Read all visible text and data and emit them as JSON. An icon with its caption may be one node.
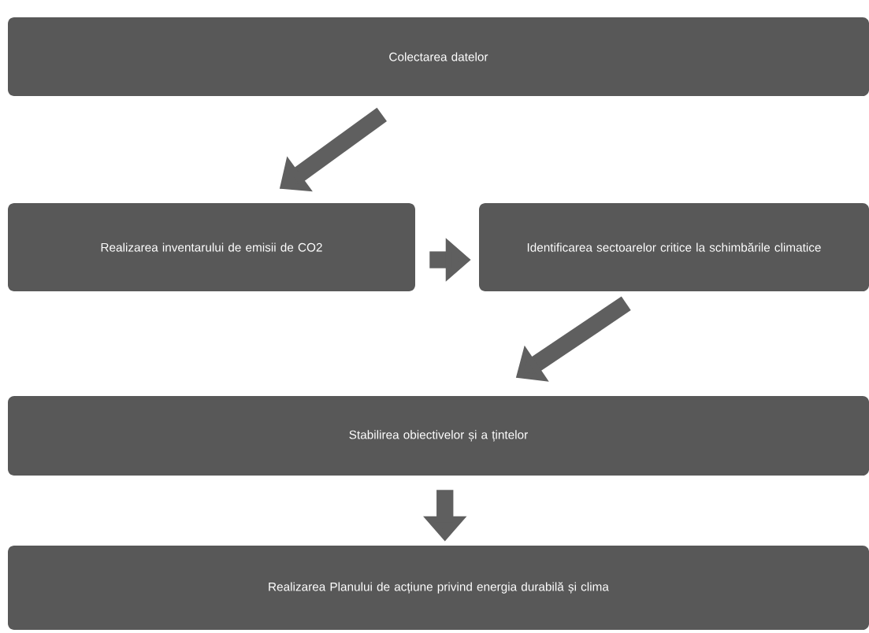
{
  "diagram": {
    "nodes": [
      {
        "text": [
          "Colectarea datelor"
        ]
      },
      {
        "text": [
          "Realizarea inventarului de emisii de CO2"
        ]
      },
      {
        "text": [
          "Identificarea sectoarelor critice la schimbările climatice"
        ]
      },
      {
        "text": [
          "Stabilirea obiectivelor și a țintelor"
        ]
      },
      {
        "text": [
          "Realizarea Planului de acțiune privind energia durabilă și clima"
        ]
      }
    ],
    "edges": [
      {
        "from": 0,
        "to": 1,
        "arrow": "to"
      },
      {
        "from": 1,
        "to": 2,
        "arrow": "to"
      },
      {
        "from": 2,
        "to": 3,
        "arrow": "to"
      },
      {
        "from": 3,
        "to": 4,
        "arrow": "to"
      }
    ]
  }
}
